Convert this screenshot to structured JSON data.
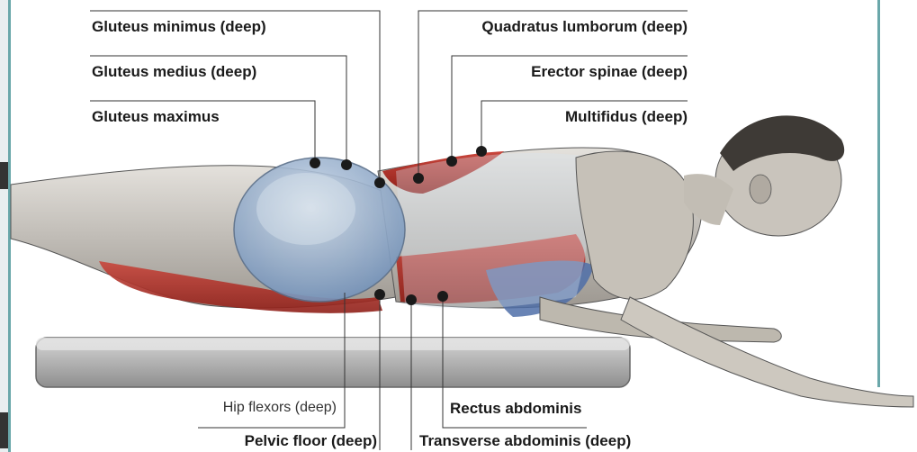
{
  "labels": {
    "gluteus_minimus": "Gluteus minimus (deep)",
    "gluteus_medius": "Gluteus medius (deep)",
    "gluteus_maximus": "Gluteus maximus",
    "quadratus_lumborum": "Quadratus lumborum (deep)",
    "erector_spinae": "Erector spinae (deep)",
    "multifidus": "Multifidus (deep)",
    "hip_flexors": "Hip flexors (deep)",
    "rectus_abdominis": "Rectus abdominis",
    "pelvic_floor": "Pelvic floor (deep)",
    "transverse_abdominis": "Transverse abdominis (deep)"
  },
  "colors": {
    "frame_accent": "#6aa7aa",
    "muscle_highlight": "#b8322a",
    "muscle_deep_blue": "#6f8fb8",
    "skin_tone": "#c9c4bc",
    "mat": "#b9b9b9",
    "leader_line": "#333333",
    "dot": "#1a1a1a"
  }
}
